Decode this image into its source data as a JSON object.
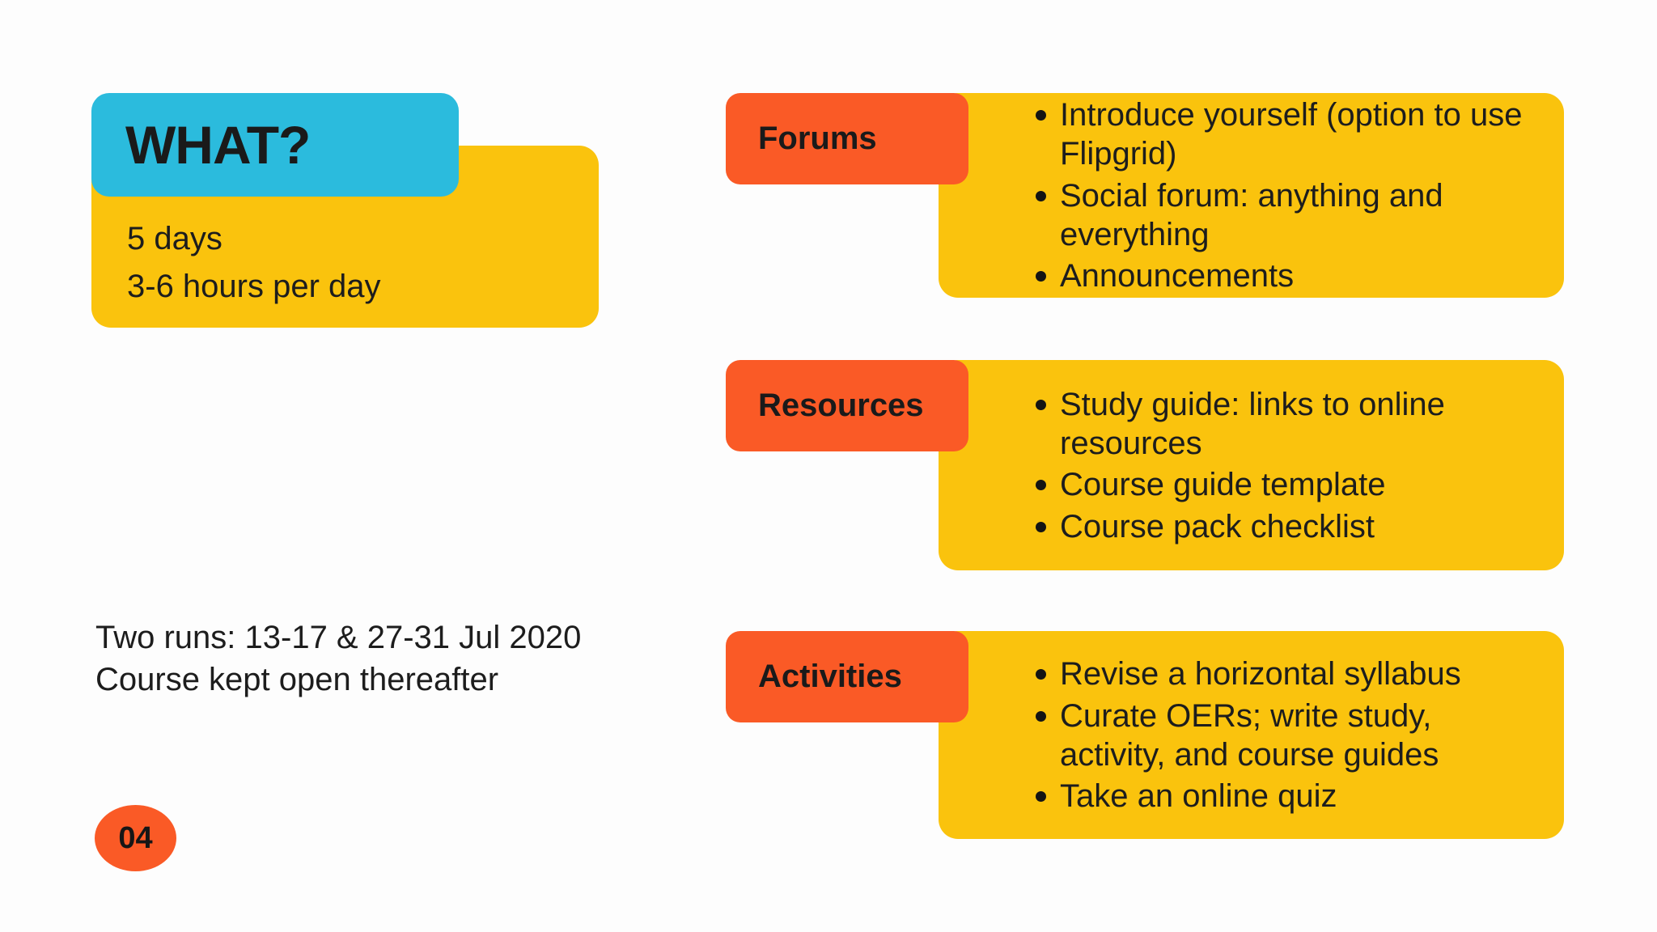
{
  "colors": {
    "cyan": "#2BBBDD",
    "yellow": "#FAC30D",
    "orange": "#FA5A26",
    "text": "#1D1D1D",
    "background": "#FDFDFD"
  },
  "what_card": {
    "title": "WHAT?",
    "lines": [
      "5 days",
      "3-6 hours per day"
    ]
  },
  "schedule_note": {
    "lines": [
      "Two runs: 13-17 & 27-31 Jul 2020",
      "Course kept open thereafter"
    ]
  },
  "page_number": "04",
  "sections": [
    {
      "label": "Forums",
      "bullets": [
        "Introduce yourself (option to use Flipgrid)",
        "Social forum: anything and everything",
        "Announcements"
      ]
    },
    {
      "label": "Resources",
      "bullets": [
        "Study guide: links to online resources",
        "Course guide template",
        "Course pack checklist"
      ]
    },
    {
      "label": "Activities",
      "bullets": [
        "Revise a horizontal syllabus",
        "Curate OERs; write study, activity, and course guides",
        "Take an online quiz"
      ]
    }
  ]
}
